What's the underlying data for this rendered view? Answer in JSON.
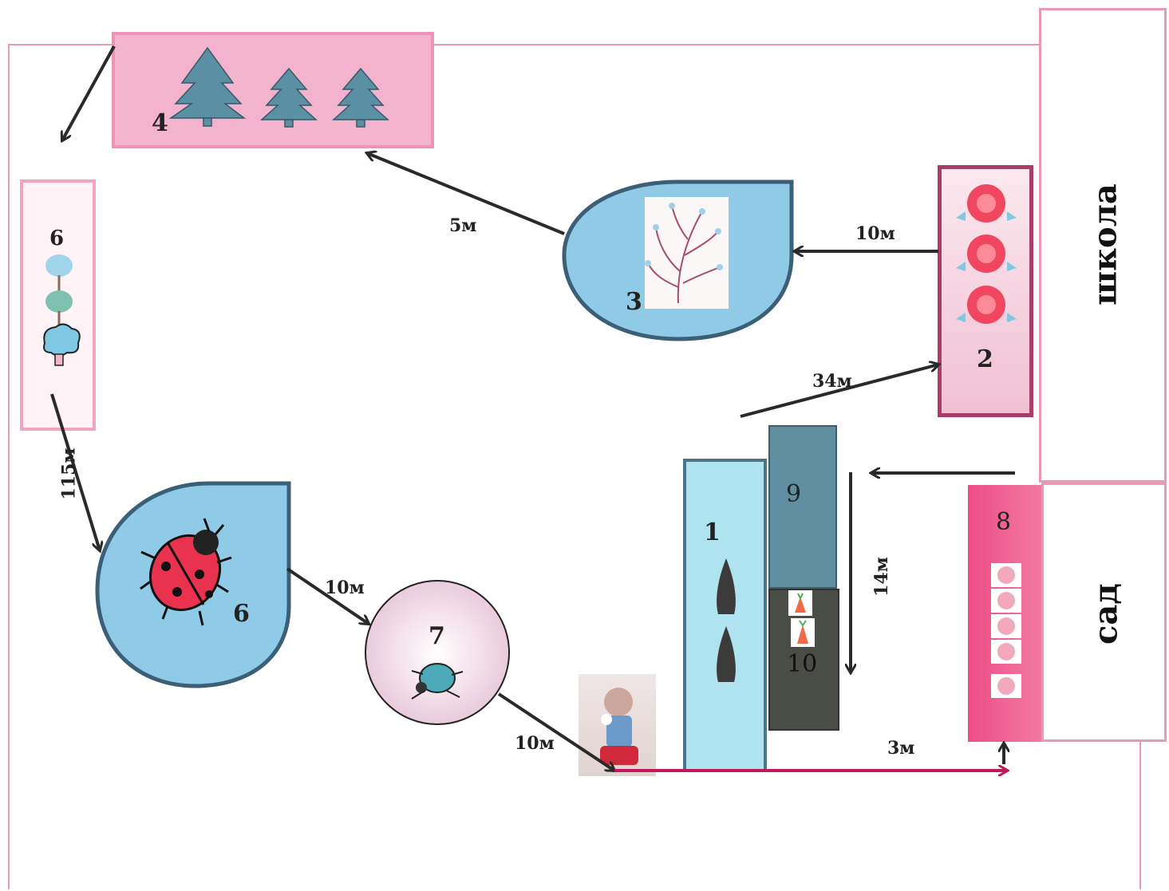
{
  "buildings": {
    "school": "школа",
    "garden": "сад"
  },
  "stations": {
    "s1": "1",
    "s2": "2",
    "s3": "3",
    "s4": "4",
    "s6_trees": "6",
    "s6_ladybug": "6",
    "s7": "7",
    "s8": "8",
    "s9": "9",
    "s10": "10"
  },
  "distances": {
    "d_10m_top": "10м",
    "d_5m": "5м",
    "d_34m": "34м",
    "d_115m": "115м",
    "d_10m_ladybug": "10м",
    "d_10m_beetle": "10м",
    "d_14m": "14м",
    "d_3m": "3м"
  },
  "colors": {
    "pink_border": "#e79ab8",
    "pink_fill": "#f1a9c6",
    "water_blue": "#8fcbe6",
    "teal_block": "#5f8fa0",
    "garden_red": "#ef4d86",
    "arrow": "#2a2a2a"
  }
}
